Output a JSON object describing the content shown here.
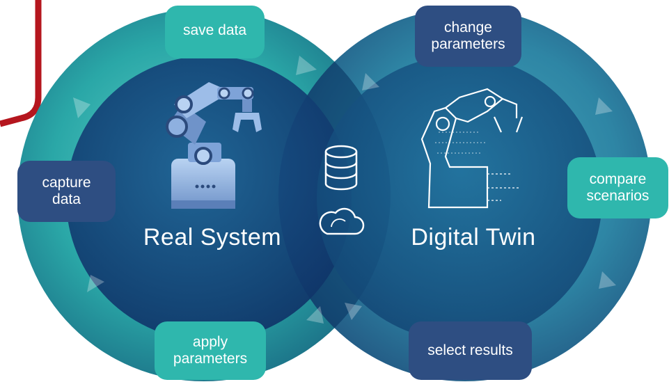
{
  "colors": {
    "teal": "#2fb7ad",
    "teal_ring": "#3bb3ae",
    "navy": "#2e4e82",
    "deep_blue": "#123a6e",
    "accent_red": "#b5161e",
    "white": "#ffffff"
  },
  "left_circle": {
    "label": "Real System",
    "icon": "robot-arm-icon"
  },
  "right_circle": {
    "label": "Digital Twin",
    "icon": "digital-robot-arm-icon"
  },
  "overlap": {
    "icons": [
      "database-icon",
      "cloud-icon"
    ]
  },
  "steps": {
    "save_data": "save data",
    "change_parameters": "change\nparameters",
    "capture_data": "capture\ndata",
    "compare_scenarios": "compare\nscenarios",
    "apply_parameters": "apply\nparameters",
    "select_results": "select results"
  }
}
